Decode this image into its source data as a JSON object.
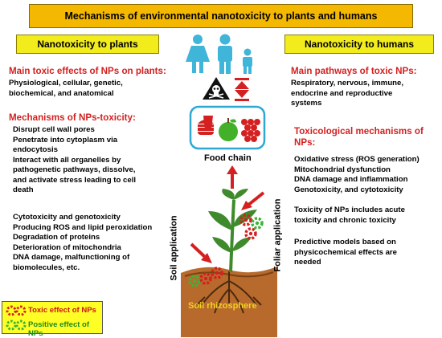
{
  "title": "Mechanisms of environmental nanotoxicity to plants and humans",
  "plants": {
    "header": "Nanotoxicity to plants",
    "main_effects_heading": "Main toxic effects of NPs on plants:",
    "main_effects_lines": [
      "Physiological, cellular, genetic,",
      "biochemical, and anatomical"
    ],
    "mechanisms_heading": "Mechanisms of NPs-toxicity:",
    "mechanisms_lines": [
      "Disrupt cell wall pores",
      "Penetrate into cytoplasm via",
      "endocytosis",
      "Interact with all organelles by",
      "pathogenetic pathways, dissolve,",
      "and activate stress leading to cell",
      "death"
    ],
    "effects_lines": [
      "Cytotoxicity and genotoxicity",
      "Producing ROS and lipid peroxidation",
      "Degradation of proteins",
      "Deterioration of mitochondria",
      "DNA damage, malfunctioning of",
      "biomolecules, etc."
    ]
  },
  "humans": {
    "header": "Nanotoxicity to humans",
    "pathways_heading": "Main pathways of toxic NPs:",
    "pathways_lines": [
      "Respiratory, nervous, immune,",
      "endocrine and reproductive",
      "systems"
    ],
    "mechanisms_heading_lines": [
      "Toxicological mechanisms of",
      "NPs:"
    ],
    "mechanisms_lines": [
      "Oxidative stress (ROS generation)",
      "Mitochondrial dysfunction",
      "DNA damage and inflammation",
      "Genotoxicity, and cytotoxicity"
    ],
    "toxicity_lines": [
      "Toxicity of NPs includes acute",
      "toxicity and chronic toxicity"
    ],
    "models_lines": [
      "Predictive models based on",
      "physicochemical effects are",
      "needed"
    ]
  },
  "center": {
    "food_chain_label": "Food chain",
    "soil_application_label": "Soil application",
    "foliar_application_label": "Foliar application",
    "soil_rhizosphere_label": "Soil rhizosphere"
  },
  "legend": {
    "toxic_label": "Toxic effect of NPs",
    "positive_label": "Positive effect of NPs"
  },
  "colors": {
    "banner": "#f5b800",
    "side_header": "#f2ec1c",
    "heading_red": "#d42020",
    "family_blue": "#3fb5d9",
    "soil_brown": "#b86a2c",
    "leaf_green": "#3f8a2c",
    "arrow_red": "#d42020"
  }
}
